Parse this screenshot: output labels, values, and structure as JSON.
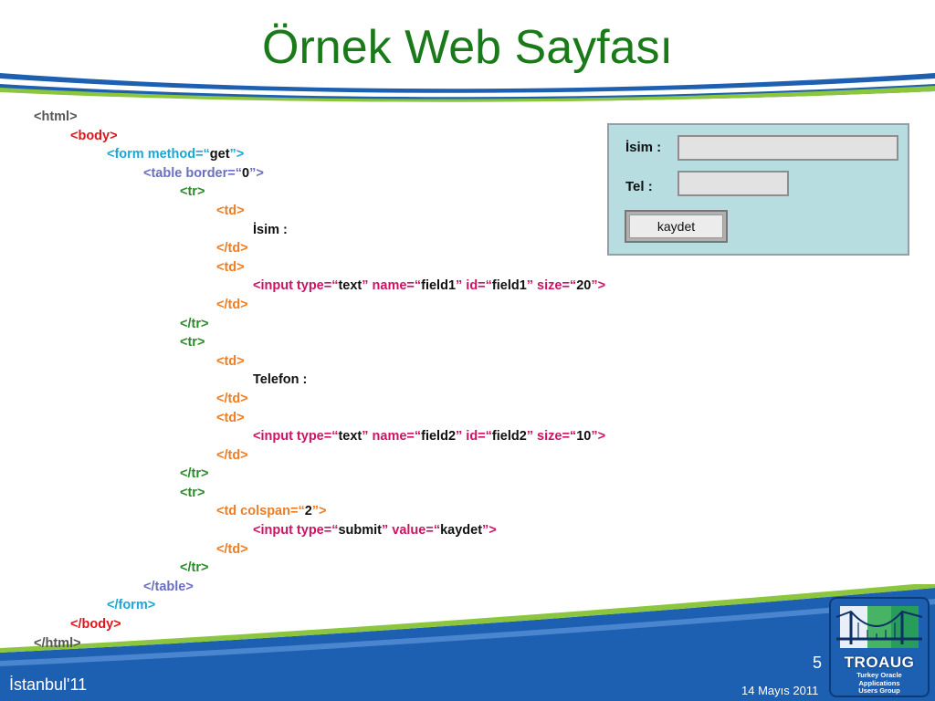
{
  "slide": {
    "title": "Örnek Web Sayfası",
    "number": "5",
    "footer_left": "İstanbul'11",
    "footer_date": "14 Mayıs 2011",
    "colors": {
      "title": "#1a7a1a",
      "band_blue": "#1d5fb0",
      "swoosh_green": "#8cc63f"
    }
  },
  "code": {
    "lines": [
      {
        "indent": 0,
        "parts": [
          {
            "c": "html-tag",
            "t": "<html>"
          }
        ]
      },
      {
        "indent": 1,
        "parts": [
          {
            "c": "body-tag",
            "t": "<body>"
          }
        ]
      },
      {
        "indent": 2,
        "parts": [
          {
            "c": "form-tag",
            "t": "<form method=“"
          },
          {
            "c": "val",
            "t": "get"
          },
          {
            "c": "form-tag",
            "t": "”>"
          }
        ]
      },
      {
        "indent": 3,
        "parts": [
          {
            "c": "table-tag",
            "t": "<table border=“"
          },
          {
            "c": "val",
            "t": "0"
          },
          {
            "c": "table-tag",
            "t": "”>"
          }
        ]
      },
      {
        "indent": 4,
        "parts": [
          {
            "c": "tr-tag",
            "t": "<tr>"
          }
        ]
      },
      {
        "indent": 5,
        "parts": [
          {
            "c": "td-tag",
            "t": "<td>"
          }
        ]
      },
      {
        "indent": 6,
        "parts": [
          {
            "c": "plain",
            "t": "İsim :"
          }
        ]
      },
      {
        "indent": 5,
        "parts": [
          {
            "c": "td-tag",
            "t": "</td>"
          }
        ]
      },
      {
        "indent": 5,
        "parts": [
          {
            "c": "td-tag",
            "t": "<td>"
          }
        ]
      },
      {
        "indent": 6,
        "parts": [
          {
            "c": "input-tag",
            "t": "<input type=“"
          },
          {
            "c": "val",
            "t": "text"
          },
          {
            "c": "input-tag",
            "t": "” name=“"
          },
          {
            "c": "val",
            "t": "field1"
          },
          {
            "c": "input-tag",
            "t": "” id=“"
          },
          {
            "c": "val",
            "t": "field1"
          },
          {
            "c": "input-tag",
            "t": "” size=“"
          },
          {
            "c": "val",
            "t": "20"
          },
          {
            "c": "input-tag",
            "t": "”>"
          }
        ]
      },
      {
        "indent": 5,
        "parts": [
          {
            "c": "td-tag",
            "t": "</td>"
          }
        ]
      },
      {
        "indent": 4,
        "parts": [
          {
            "c": "tr-tag",
            "t": "</tr>"
          }
        ]
      },
      {
        "indent": 4,
        "parts": [
          {
            "c": "tr-tag",
            "t": "<tr>"
          }
        ]
      },
      {
        "indent": 5,
        "parts": [
          {
            "c": "td-tag",
            "t": "<td>"
          }
        ]
      },
      {
        "indent": 6,
        "parts": [
          {
            "c": "plain",
            "t": "Telefon :"
          }
        ]
      },
      {
        "indent": 5,
        "parts": [
          {
            "c": "td-tag",
            "t": "</td>"
          }
        ]
      },
      {
        "indent": 5,
        "parts": [
          {
            "c": "td-tag",
            "t": "<td>"
          }
        ]
      },
      {
        "indent": 6,
        "parts": [
          {
            "c": "input-tag",
            "t": "<input type=“"
          },
          {
            "c": "val",
            "t": "text"
          },
          {
            "c": "input-tag",
            "t": "” name=“"
          },
          {
            "c": "val",
            "t": "field2"
          },
          {
            "c": "input-tag",
            "t": "” id=“"
          },
          {
            "c": "val",
            "t": "field2"
          },
          {
            "c": "input-tag",
            "t": "” size=“"
          },
          {
            "c": "val",
            "t": "10"
          },
          {
            "c": "input-tag",
            "t": "”>"
          }
        ]
      },
      {
        "indent": 5,
        "parts": [
          {
            "c": "td-tag",
            "t": "</td>"
          }
        ]
      },
      {
        "indent": 4,
        "parts": [
          {
            "c": "tr-tag",
            "t": "</tr>"
          }
        ]
      },
      {
        "indent": 4,
        "parts": [
          {
            "c": "tr-tag",
            "t": "<tr>"
          }
        ]
      },
      {
        "indent": 5,
        "parts": [
          {
            "c": "td-tag",
            "t": "<td colspan=“"
          },
          {
            "c": "val",
            "t": "2"
          },
          {
            "c": "td-tag",
            "t": "”>"
          }
        ]
      },
      {
        "indent": 6,
        "parts": [
          {
            "c": "input-tag",
            "t": "<input type=“"
          },
          {
            "c": "val",
            "t": "submit"
          },
          {
            "c": "input-tag",
            "t": "” value=“"
          },
          {
            "c": "val",
            "t": "kaydet"
          },
          {
            "c": "input-tag",
            "t": "”>"
          }
        ]
      },
      {
        "indent": 5,
        "parts": [
          {
            "c": "td-tag",
            "t": "</td>"
          }
        ]
      },
      {
        "indent": 4,
        "parts": [
          {
            "c": "tr-tag",
            "t": "</tr>"
          }
        ]
      },
      {
        "indent": 3,
        "parts": [
          {
            "c": "table-tag",
            "t": "</table>"
          }
        ]
      },
      {
        "indent": 2,
        "parts": [
          {
            "c": "form-tag",
            "t": "</form>"
          }
        ]
      },
      {
        "indent": 1,
        "parts": [
          {
            "c": "body-tag",
            "t": "</body>"
          }
        ]
      },
      {
        "indent": 0,
        "parts": [
          {
            "c": "html-tag",
            "t": "</html>"
          }
        ]
      }
    ]
  },
  "preview": {
    "name_label": "İsim :",
    "name_value": "",
    "tel_label": "Tel :",
    "tel_value": "",
    "submit_label": "kaydet"
  },
  "logo": {
    "name": "TROAUG",
    "sub_line1": "Turkey Oracle",
    "sub_line2": "Applications",
    "sub_line3": "Users Group"
  }
}
